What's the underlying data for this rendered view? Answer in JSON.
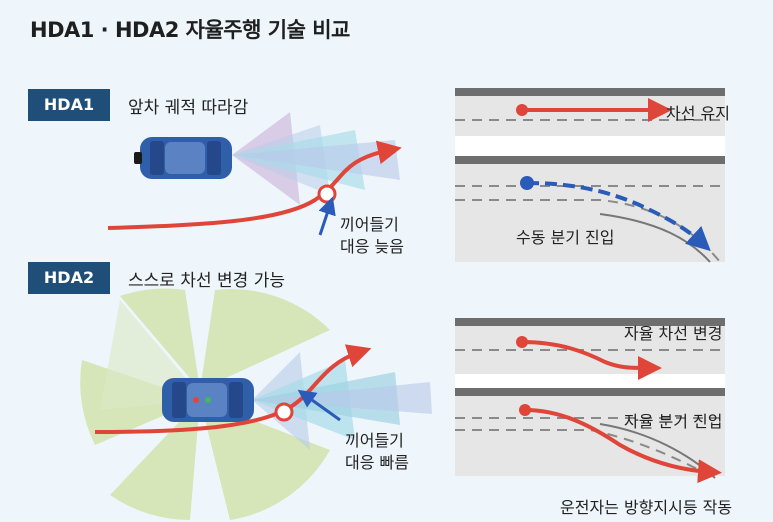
{
  "title": "HDA1 · HDA2  자율주행 기술 비교",
  "hda1": {
    "badge": "HDA1",
    "subtitle": "앞차 궤적 따라감",
    "cut_in_line1": "끼어들기",
    "cut_in_line2": "대응 늦음",
    "lane_keep_label": "차선 유지",
    "manual_branch_label": "수동 분기 진입"
  },
  "hda2": {
    "badge": "HDA2",
    "subtitle": "스스로 차선 변경 가능",
    "cut_in_line1": "끼어들기",
    "cut_in_line2": "대응 빠름",
    "auto_lane_change_label": "자율 차선 변경",
    "auto_branch_label": "자율 분기 진입",
    "turn_signal_label": "운전자는 방향지시등 작동"
  },
  "colors": {
    "badge": "#1f4e79",
    "path_red": "#e0453a",
    "path_blue": "#2a5bb8",
    "sensor_green": "#d6e6b8",
    "car_blue": "#2f5fa8"
  }
}
